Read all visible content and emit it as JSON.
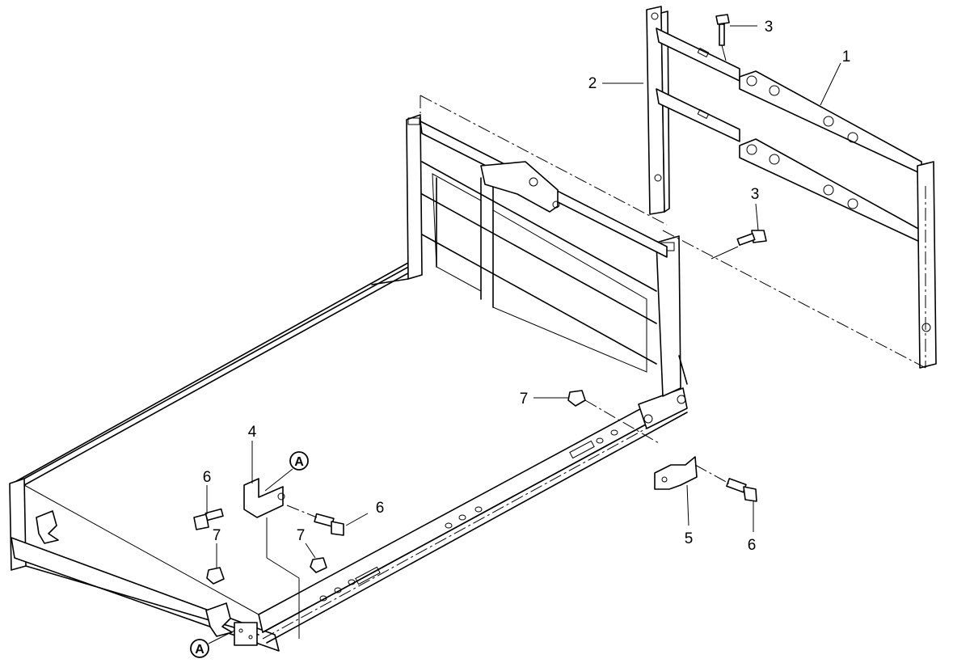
{
  "callouts": [
    {
      "id": "1",
      "label": "1"
    },
    {
      "id": "2",
      "label": "2"
    },
    {
      "id": "3a",
      "label": "3"
    },
    {
      "id": "3b",
      "label": "3"
    },
    {
      "id": "4",
      "label": "4"
    },
    {
      "id": "5",
      "label": "5"
    },
    {
      "id": "6a",
      "label": "6"
    },
    {
      "id": "6b",
      "label": "6"
    },
    {
      "id": "6c",
      "label": "6"
    },
    {
      "id": "7a",
      "label": "7"
    },
    {
      "id": "7b",
      "label": "7"
    },
    {
      "id": "7c",
      "label": "7"
    }
  ],
  "reference_marks": [
    {
      "id": "A-top",
      "label": "A"
    },
    {
      "id": "A-bottom",
      "label": "A"
    }
  ]
}
